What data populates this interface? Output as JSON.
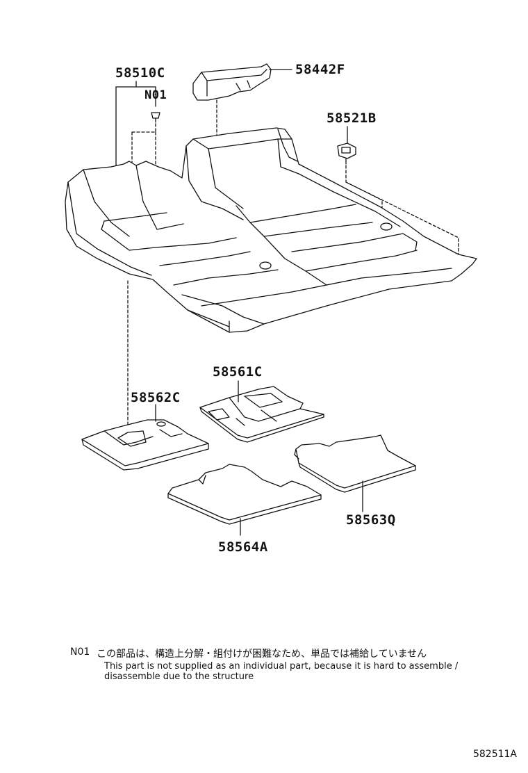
{
  "parts": {
    "p58510c": "58510C",
    "n01": "N01",
    "p58442f": "58442F",
    "p58521b": "58521B",
    "p58561c": "58561C",
    "p58562c": "58562C",
    "p58563q": "58563Q",
    "p58564a": "58564A"
  },
  "note": {
    "id": "N01",
    "text_jp": "この部品は、構造上分解・組付けが困難なため、単品では補給していません",
    "text_en": "This part is not supplied as an individual part, because it is hard to assemble / disassemble due to the structure"
  },
  "reference_code": "582511A"
}
